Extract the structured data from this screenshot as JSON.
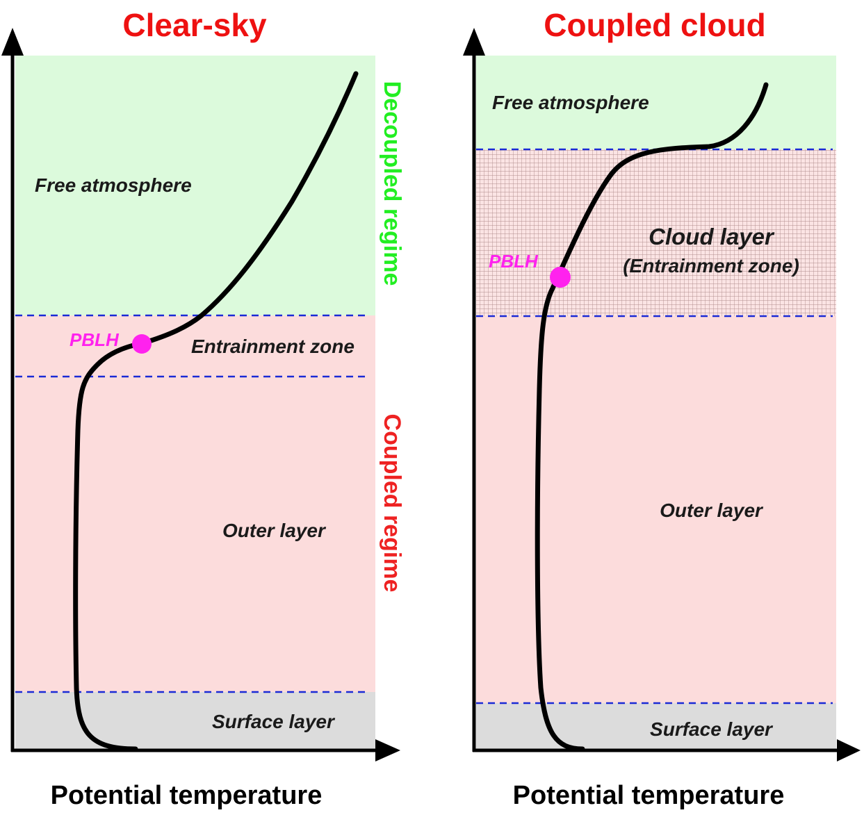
{
  "left_panel": {
    "title": "Clear-sky",
    "x_label": "Potential temperature",
    "layers": {
      "free_atmosphere": "Free atmosphere",
      "entrainment_zone": "Entrainment zone",
      "outer_layer": "Outer layer",
      "surface_layer": "Surface layer"
    },
    "marker_label": "PBLH",
    "regime_upper": "Decoupled regime",
    "regime_lower": "Coupled regime"
  },
  "right_panel": {
    "title": "Coupled cloud",
    "x_label": "Potential temperature",
    "layers": {
      "free_atmosphere": "Free atmosphere",
      "cloud_layer": "Cloud layer",
      "entrainment_zone": "(Entrainment zone)",
      "outer_layer": "Outer layer",
      "surface_layer": "Surface layer"
    },
    "marker_label": "PBLH"
  },
  "colors": {
    "title": "#ee1111",
    "free_atmosphere_fill": "#dcfadc",
    "boundary_layer_fill": "#fcdcdc",
    "surface_layer_fill": "#dcdcdc",
    "dashed_line": "#1a2ad6",
    "pblh_marker": "#ff22ee",
    "decoupled_regime_text": "#22ee22",
    "coupled_regime_text": "#ee2222"
  }
}
